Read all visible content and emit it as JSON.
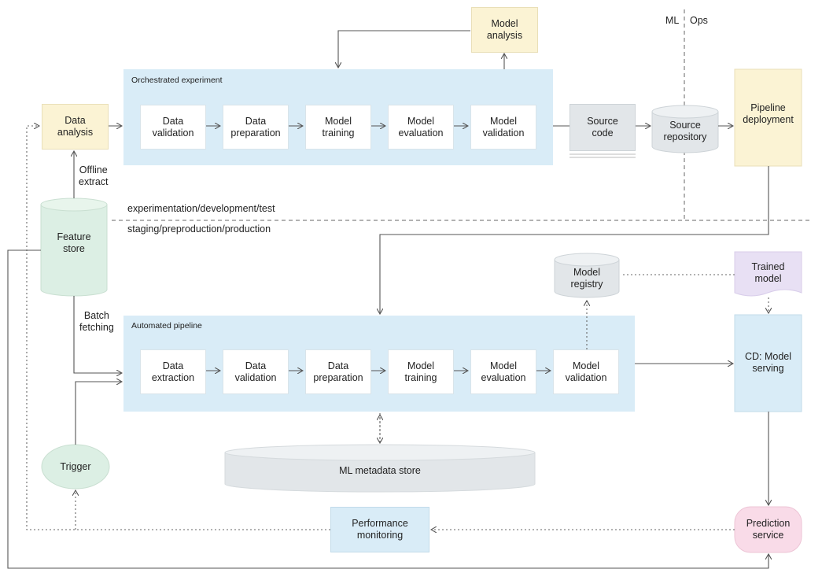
{
  "sections": {
    "orchestrated_title": "Orchestrated experiment",
    "automated_title": "Automated pipeline",
    "env_upper": "experimentation/development/test",
    "env_lower": "staging/preproduction/production",
    "ml_label": "ML",
    "ops_label": "Ops"
  },
  "experiment_steps": [
    "Data\nvalidation",
    "Data\npreparation",
    "Model\ntraining",
    "Model\nevaluation",
    "Model\nvalidation"
  ],
  "pipeline_steps": [
    "Data\nextraction",
    "Data\nvalidation",
    "Data\npreparation",
    "Model\ntraining",
    "Model\nevaluation",
    "Model\nvalidation"
  ],
  "nodes": {
    "data_analysis": "Data\nanalysis",
    "model_analysis": "Model\nanalysis",
    "source_code": "Source\ncode",
    "source_repository": "Source\nrepository",
    "pipeline_deployment": "Pipeline\ndeployment",
    "feature_store": "Feature\nstore",
    "model_registry": "Model\nregistry",
    "trained_model": "Trained\nmodel",
    "cd_model_serving": "CD: Model\nserving",
    "ml_metadata_store": "ML metadata store",
    "trigger": "Trigger",
    "performance_monitoring": "Performance\nmonitoring",
    "prediction_service": "Prediction\nservice"
  },
  "edge_labels": {
    "offline_extract": "Offline\nextract",
    "batch_fetching": "Batch\nfetching"
  },
  "colors": {
    "yellow": "#fbf3d4",
    "blue": "#d9ecf7",
    "grey": "#e2e6e9",
    "green": "#dcefe4",
    "purple": "#e8e0f4",
    "pink": "#f9dbe8",
    "line": "#555555"
  }
}
